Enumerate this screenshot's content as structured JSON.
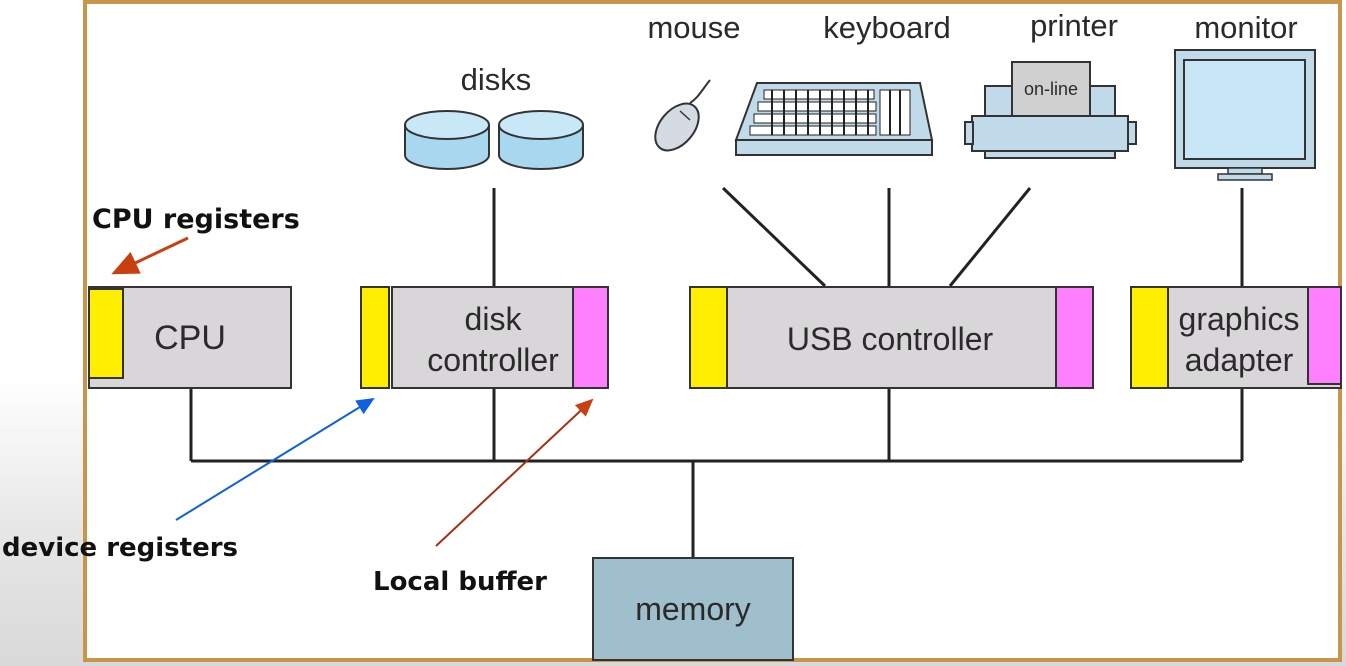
{
  "devices": {
    "disks": "disks",
    "mouse": "mouse",
    "keyboard": "keyboard",
    "printer": "printer",
    "printer_display": "on-line",
    "monitor": "monitor"
  },
  "controllers": {
    "cpu": "CPU",
    "disk_controller_line1": "disk",
    "disk_controller_line2": "controller",
    "usb_controller": "USB controller",
    "graphics_adapter_line1": "graphics",
    "graphics_adapter_line2": "adapter",
    "memory": "memory"
  },
  "annotations": {
    "cpu_registers": "CPU registers",
    "device_registers": "device registers",
    "local_buffer": "Local buffer"
  },
  "colors": {
    "frame_border": "#c8954a",
    "box_fill": "#d8d6d8",
    "memory_fill": "#9fbfcc",
    "register_yellow": "#ffee00",
    "buffer_pink": "#ff80ff",
    "disk_blue": "#a8d8f0",
    "arrow_red": "#c84010",
    "arrow_blue": "#1060e0"
  }
}
